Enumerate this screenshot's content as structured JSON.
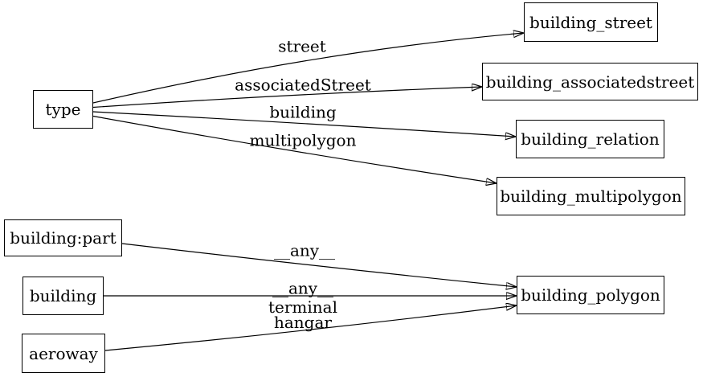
{
  "diagram": {
    "type": "directed-graph",
    "background_color": "#ffffff",
    "stroke_color": "#000000",
    "text_color": "#000000",
    "nodes": [
      {
        "id": "type",
        "label": "type"
      },
      {
        "id": "building_part",
        "label": "building:part"
      },
      {
        "id": "building",
        "label": "building"
      },
      {
        "id": "aeroway",
        "label": "aeroway"
      },
      {
        "id": "building_street",
        "label": "building_street"
      },
      {
        "id": "building_associatedstreet",
        "label": "building_associatedstreet"
      },
      {
        "id": "building_relation",
        "label": "building_relation"
      },
      {
        "id": "building_multipolygon",
        "label": "building_multipolygon"
      },
      {
        "id": "building_polygon",
        "label": "building_polygon"
      }
    ],
    "edges": [
      {
        "from": "type",
        "to": "building_street",
        "label": "street"
      },
      {
        "from": "type",
        "to": "building_associatedstreet",
        "label": "associatedStreet"
      },
      {
        "from": "type",
        "to": "building_relation",
        "label": "building"
      },
      {
        "from": "type",
        "to": "building_multipolygon",
        "label": "multipolygon"
      },
      {
        "from": "building_part",
        "to": "building_polygon",
        "label": "__any__"
      },
      {
        "from": "building",
        "to": "building_polygon",
        "label": "__any__"
      },
      {
        "from": "aeroway",
        "to": "building_polygon",
        "label": "terminal\nhangar"
      }
    ]
  }
}
